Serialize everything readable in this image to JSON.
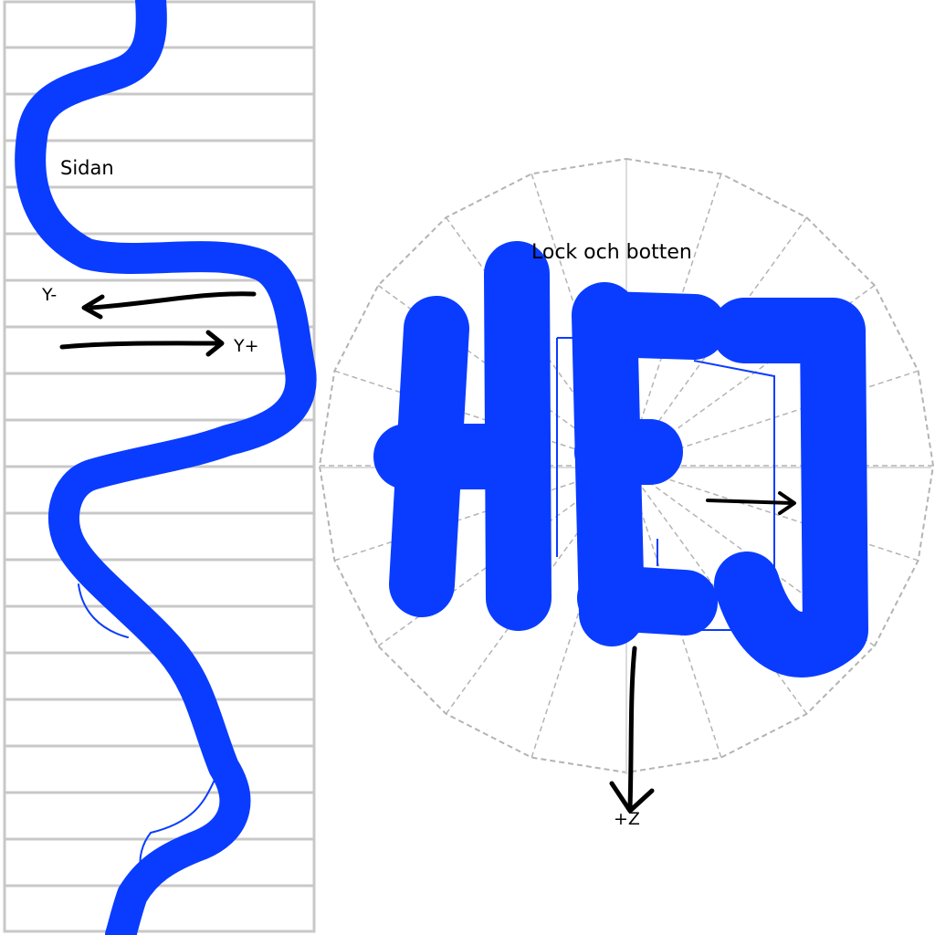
{
  "labels": {
    "side": "Sidan",
    "top": "Lock och botten",
    "y_minus": "Y-",
    "y_plus": "Y+",
    "z_plus": "+Z"
  },
  "overlay_text": "HEJ",
  "colors": {
    "scribble": "#0a3cff",
    "grid": "#c8c8c8",
    "dashed": "#b4b4b4",
    "arrow": "#000000"
  }
}
